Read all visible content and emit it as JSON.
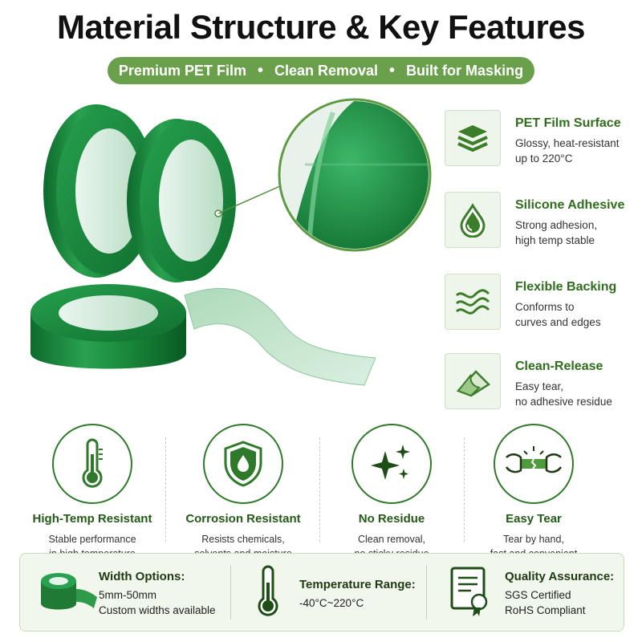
{
  "header": {
    "title": "Material Structure & Key Features",
    "tagline": [
      "Premium PET Film",
      "Clean Removal",
      "Built for Masking"
    ],
    "separator": "•"
  },
  "colors": {
    "accent_green": "#6a9f4b",
    "title_green": "#2f6e1d",
    "tape_green": "#1e8a3c"
  },
  "features": [
    {
      "icon": "layers-icon",
      "title": "PET Film Surface",
      "lines": [
        "Glossy, heat-resistant",
        "up to 220°C"
      ]
    },
    {
      "icon": "droplet-icon",
      "title": "Silicone Adhesive",
      "lines": [
        "Strong adhesion,",
        "high temp stable"
      ]
    },
    {
      "icon": "waves-icon",
      "title": "Flexible Backing",
      "lines": [
        "Conforms to",
        "curves and edges"
      ]
    },
    {
      "icon": "peel-icon",
      "title": "Clean-Release",
      "lines": [
        "Easy tear,",
        "no adhesive residue"
      ]
    }
  ],
  "benefits": [
    {
      "icon": "thermometer-icon",
      "title": "High-Temp Resistant",
      "lines": [
        "Stable performance",
        "in high temperature"
      ]
    },
    {
      "icon": "shield-icon",
      "title": "Corrosion Resistant",
      "lines": [
        "Resists chemicals,",
        "solvents and moisture"
      ]
    },
    {
      "icon": "sparkle-icon",
      "title": "No Residue",
      "lines": [
        "Clean removal,",
        "no sticky residue"
      ]
    },
    {
      "icon": "tear-hands-icon",
      "title": "Easy Tear",
      "lines": [
        "Tear by hand,",
        "fast and convenient"
      ]
    }
  ],
  "specs": {
    "width": {
      "icon": "tape-roll-icon",
      "title": "Width Options:",
      "lines": [
        "5mm-50mm",
        "Custom widths available"
      ]
    },
    "temperature": {
      "icon": "thermometer-icon",
      "title": "Temperature Range:",
      "lines": [
        "-40°C~220°C"
      ]
    },
    "quality": {
      "icon": "certificate-icon",
      "title": "Quality Assurance:",
      "lines": [
        "SGS Certified",
        "RoHS Compliant"
      ]
    }
  }
}
